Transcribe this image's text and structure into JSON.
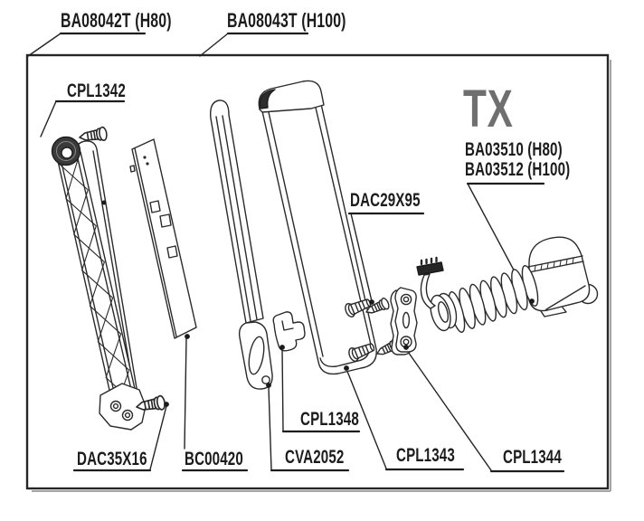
{
  "title": "TX",
  "frame_labels": {
    "left": "BA08042T (H80)",
    "right": "BA08043T (H100)"
  },
  "part_labels": {
    "cpl1342": "CPL1342",
    "motor_h80": "BA03510 (H80)",
    "motor_h100": "BA03512 (H100)",
    "dac29x95": "DAC29X95",
    "cpl1348": "CPL1348",
    "dac35x16": "DAC35X16",
    "bc00420": "BC00420",
    "cva2052": "CVA2052",
    "cpl1343": "CPL1343",
    "cpl1344": "CPL1344"
  },
  "colors": {
    "line": "#2a2a2a",
    "text": "#1c1c1c",
    "tx_gray": "#6f6f6f",
    "background": "#ffffff"
  }
}
